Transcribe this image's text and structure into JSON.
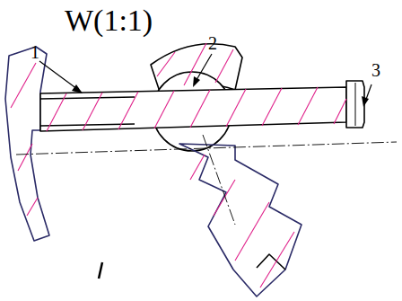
{
  "diagram": {
    "labels": [
      "W(1:1)",
      "1",
      "2",
      "3"
    ]
  }
}
